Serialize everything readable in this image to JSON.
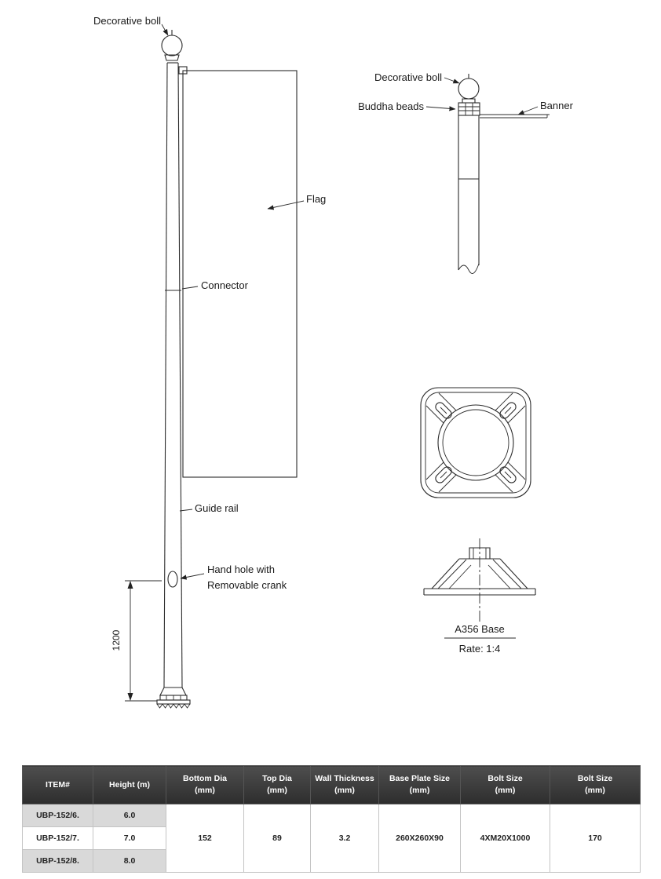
{
  "sheet": {
    "pole_view": {
      "decorative_boll": "Decorative boll",
      "flag": "Flag",
      "connector": "Connector",
      "guide_rail": "Guide rail",
      "hand_hole_line1": "Hand hole with",
      "hand_hole_line2": "Removable crank",
      "dimension_1200": "1200"
    },
    "top_detail_view": {
      "decorative_boll": "Decorative boll",
      "buddha_beads": "Buddha beads",
      "banner": "Banner"
    },
    "base_view": {
      "title": "A356 Base",
      "rate": "Rate: 1:4"
    }
  },
  "table": {
    "headers": [
      {
        "l1": "ITEM#",
        "l2": ""
      },
      {
        "l1": "Height (m)",
        "l2": ""
      },
      {
        "l1": "Bottom Dia",
        "l2": "(mm)"
      },
      {
        "l1": "Top Dia",
        "l2": "(mm)"
      },
      {
        "l1": "Wall Thickness",
        "l2": "(mm)"
      },
      {
        "l1": "Base Plate Size",
        "l2": "(mm)"
      },
      {
        "l1": "Bolt Size",
        "l2": "(mm)"
      },
      {
        "l1": "Bolt Size",
        "l2": "(mm)"
      }
    ],
    "rows": [
      {
        "item": "UBP-152/6.",
        "height": "6.0"
      },
      {
        "item": "UBP-152/7.",
        "height": "7.0"
      },
      {
        "item": "UBP-152/8.",
        "height": "8.0"
      }
    ],
    "shared_values": {
      "bottom_dia": "152",
      "top_dia": "89",
      "wall_thickness": "3.2",
      "base_plate_size": "260X260X90",
      "bolt_size": "4XM20X1000",
      "bolt_size_2": "170"
    },
    "colors": {
      "header_bg": "#3a3a3a",
      "header_text": "#ffffff",
      "row_shade": "#d9d9d9",
      "line_color": "#2b2b2b"
    }
  }
}
